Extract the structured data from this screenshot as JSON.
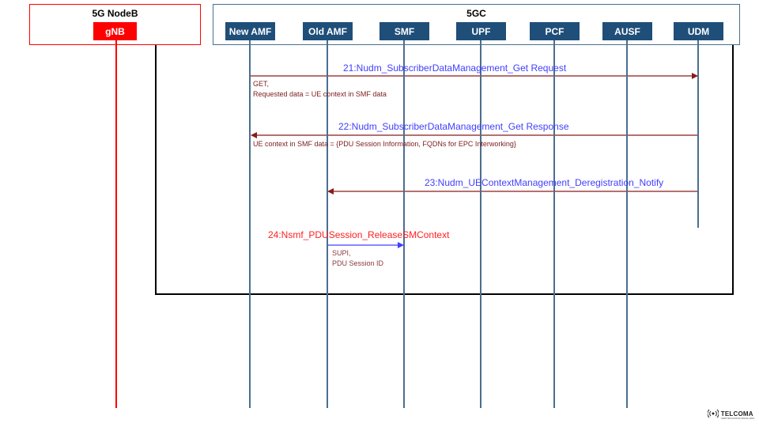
{
  "groups": {
    "ran_title": "5G NodeB",
    "core_title": "5GC"
  },
  "nodes": {
    "gnb": "gNB",
    "new_amf": "New AMF",
    "old_amf": "Old AMF",
    "smf": "SMF",
    "upf": "UPF",
    "pcf": "PCF",
    "ausf": "AUSF",
    "udm": "UDM"
  },
  "messages": {
    "m21": {
      "label": "21:Nudm_SubscriberDataManagement_Get Request",
      "p1": "GET,",
      "p2": "Requested data = UE context in SMF data"
    },
    "m22": {
      "label": "22:Nudm_SubscriberDataManagement_Get Response",
      "p1": "UE context in SMF data = {PDU Session Information, FQDNs for EPC Interworking}"
    },
    "m23": {
      "label": "23:Nudm_UEContextManagement_Deregistration_Notify"
    },
    "m24": {
      "label": "24:Nsmf_PDUSession_ReleaseSMContext",
      "p1": "SUPI,",
      "p2": "PDU Session ID"
    }
  },
  "logo": {
    "name": "TELCOMA",
    "tagline": "CERTIFICATIONS SINCE 2009",
    "icon": "signal-waves-icon"
  },
  "colors": {
    "node_blue": "#1f4e79",
    "gnb_red": "#ff0000",
    "message_blue": "#4040ff",
    "message_red": "#ff2020",
    "param_dark_red": "#7b1c1c",
    "core_border": "#4a6f8f"
  }
}
